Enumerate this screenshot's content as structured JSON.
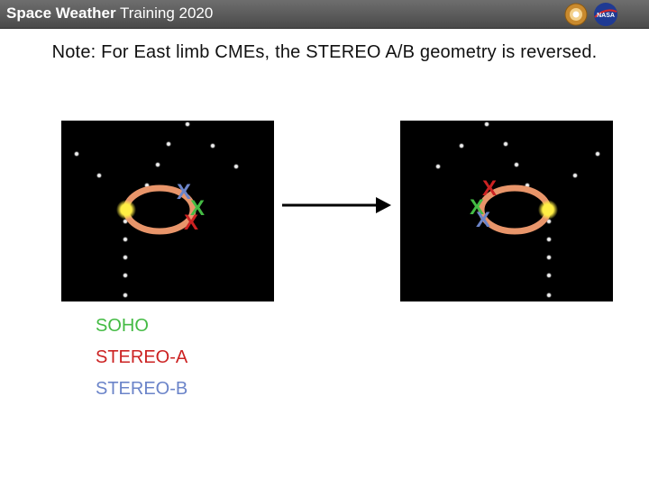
{
  "header": {
    "title_bold": "Space Weather",
    "title_rest": " Training 2020",
    "logo_left_icon": "swri-logo-icon",
    "logo_right_icon": "nasa-logo-icon",
    "logo_right_text": "NASA"
  },
  "note": "Note: For East limb CMEs, the STEREO A/B geometry is reversed.",
  "diagram": {
    "marker_glyph": "X",
    "left_panel": {
      "markers": [
        "X",
        "X",
        "X"
      ]
    },
    "right_panel": {
      "markers": [
        "X",
        "X",
        "X"
      ]
    }
  },
  "legend": {
    "soho": "SOHO",
    "stereo_a": "STEREO-A",
    "stereo_b": "STEREO-B"
  },
  "colors": {
    "soho": "#44bb44",
    "stereo_a": "#cc2222",
    "stereo_b": "#6b84c9",
    "orbit": "#e8956a",
    "sun": "#ffee44",
    "header_bg": "#555555"
  }
}
